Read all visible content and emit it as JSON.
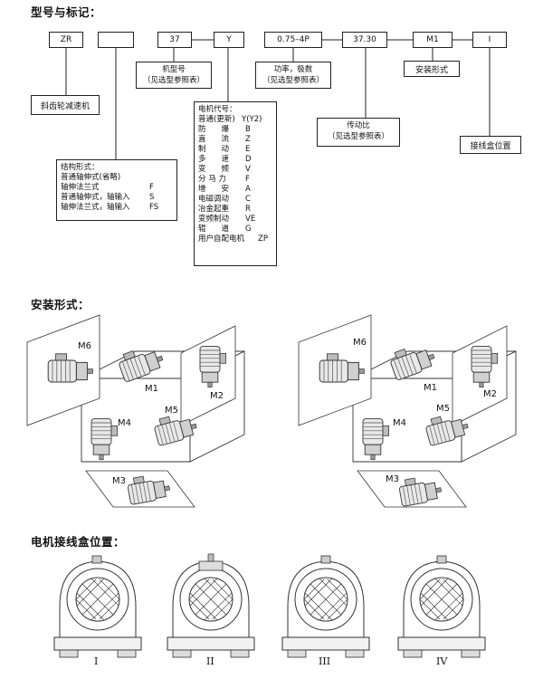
{
  "headings": {
    "model": "型号与标记：",
    "mounting": "安装形式：",
    "terminal": "电机接线盒位置："
  },
  "model_code": {
    "zr": "ZR",
    "blank": "",
    "size": "37",
    "y": "Y",
    "power": "0.75–4P",
    "ratio": "37.30",
    "m1": "M1",
    "pos": "I"
  },
  "notes": {
    "zr_desc": "斜齿轮减速机",
    "frame_line1": "机型号",
    "frame_line2": "（见选型参照表）",
    "power_line1": "功率，极数",
    "power_line2": "（见选型参照表）",
    "ratio_line1": "传动比",
    "ratio_line2": "（见选型参照表）",
    "mount_desc": "安装形式",
    "box_desc": "接线盒位置"
  },
  "structure": {
    "title": "结构形式：",
    "rows": [
      {
        "name": "普通轴伸式(省略)",
        "code": ""
      },
      {
        "name": "轴伸法兰式",
        "code": "F"
      },
      {
        "name": "普通轴伸式，轴输入",
        "code": "S"
      },
      {
        "name": "轴伸法兰式，轴输入",
        "code": "FS"
      }
    ]
  },
  "motor": {
    "title": "电机代号：",
    "rows": [
      {
        "name": "普通(更新)",
        "code": "Y(Y2)"
      },
      {
        "name": "防　　爆",
        "code": "B"
      },
      {
        "name": "直　　流",
        "code": "Z"
      },
      {
        "name": "制　　动",
        "code": "E"
      },
      {
        "name": "多　　速",
        "code": "D"
      },
      {
        "name": "变　　频",
        "code": "V"
      },
      {
        "name": "分 马 力",
        "code": "F"
      },
      {
        "name": "增　　安",
        "code": "A"
      },
      {
        "name": "电磁调动",
        "code": "C"
      },
      {
        "name": "冶金起重",
        "code": "R"
      },
      {
        "name": "变频制动",
        "code": "VE"
      },
      {
        "name": "辊　　道",
        "code": "G"
      },
      {
        "name": "用户自配电机",
        "code": "ZP"
      }
    ]
  },
  "mounting_labels": [
    "M1",
    "M2",
    "M3",
    "M4",
    "M5",
    "M6"
  ],
  "terminal_positions": [
    "I",
    "II",
    "III",
    "IV"
  ]
}
